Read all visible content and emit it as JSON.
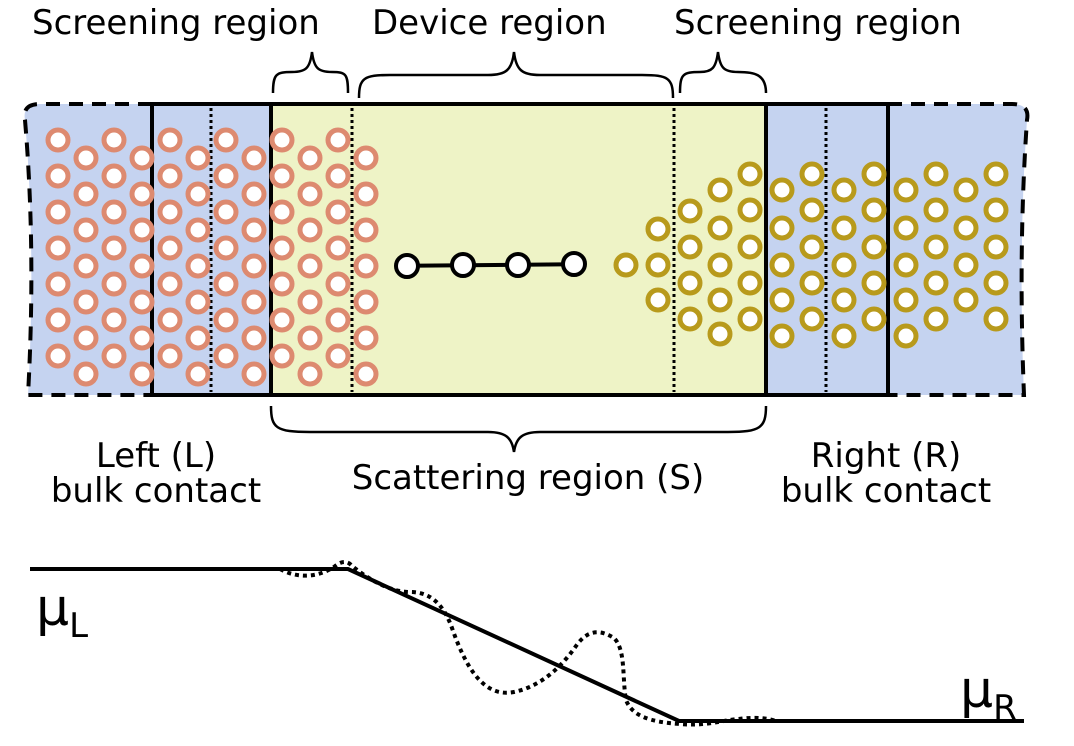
{
  "labels": {
    "screening_left": "Screening region",
    "device": "Device region",
    "screening_right": "Screening region",
    "left_contact_line1": "Left (L)",
    "left_contact_line2": "bulk contact",
    "scattering": "Scattering region (S)",
    "right_contact_line1": "Right (R)",
    "right_contact_line2": "bulk contact",
    "mu_left_symbol": "μ",
    "mu_left_sub": "L",
    "mu_right_symbol": "μ",
    "mu_right_sub": "R"
  },
  "colors": {
    "contact_fill": "#c5d3f0",
    "scattering_fill": "#eef3c6",
    "left_atom": "#dd8a70",
    "right_atom": "#b89a1c",
    "line": "#000000"
  }
}
